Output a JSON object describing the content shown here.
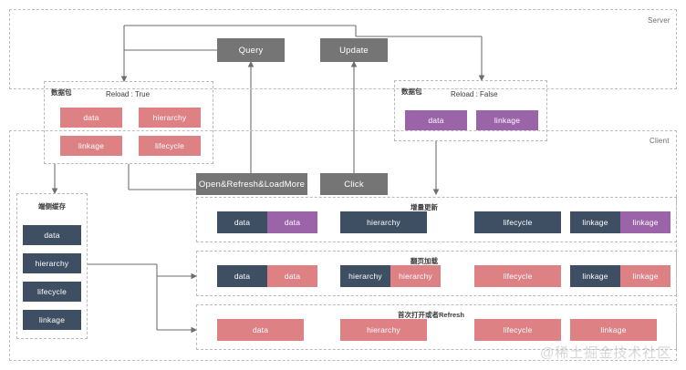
{
  "zones": {
    "server": {
      "label": "Server"
    },
    "client": {
      "label": "Client"
    }
  },
  "actions": {
    "query": "Query",
    "update": "Update",
    "open_refresh_loadmore": "Open&Refresh&LoadMore",
    "click": "Click"
  },
  "packets": {
    "left": {
      "title": "数据包",
      "subtitle": "Reload : True",
      "chips": [
        "data",
        "hierarchy",
        "linkage",
        "lifecycle"
      ]
    },
    "right": {
      "title": "数据包",
      "subtitle": "Reload : False",
      "chips": [
        "data",
        "linkage"
      ]
    }
  },
  "cache": {
    "title": "端侧缓存",
    "items": [
      "data",
      "hierarchy",
      "lifecycle",
      "linkage"
    ]
  },
  "result_rows": [
    {
      "label": "增量更新",
      "groups": [
        {
          "segments": [
            {
              "text": "data",
              "color": "navy"
            },
            {
              "text": "data",
              "color": "purple"
            }
          ]
        },
        {
          "segments": [
            {
              "text": "hierarchy",
              "color": "navy"
            }
          ]
        },
        {
          "segments": [
            {
              "text": "lifecycle",
              "color": "navy"
            }
          ]
        },
        {
          "segments": [
            {
              "text": "linkage",
              "color": "navy"
            },
            {
              "text": "linkage",
              "color": "purple"
            }
          ]
        }
      ]
    },
    {
      "label": "翻页加载",
      "groups": [
        {
          "segments": [
            {
              "text": "data",
              "color": "navy"
            },
            {
              "text": "data",
              "color": "rose"
            }
          ]
        },
        {
          "segments": [
            {
              "text": "hierarchy",
              "color": "navy"
            },
            {
              "text": "hierarchy",
              "color": "rose"
            }
          ]
        },
        {
          "segments": [
            {
              "text": "lifecycle",
              "color": "rose"
            }
          ]
        },
        {
          "segments": [
            {
              "text": "linkage",
              "color": "navy"
            },
            {
              "text": "linkage",
              "color": "rose"
            }
          ]
        }
      ]
    },
    {
      "label": "首次打开或者Refresh",
      "groups": [
        {
          "segments": [
            {
              "text": "data",
              "color": "rose"
            }
          ]
        },
        {
          "segments": [
            {
              "text": "hierarchy",
              "color": "rose"
            }
          ]
        },
        {
          "segments": [
            {
              "text": "lifecycle",
              "color": "rose"
            }
          ]
        },
        {
          "segments": [
            {
              "text": "linkage",
              "color": "rose"
            }
          ]
        }
      ]
    }
  ],
  "watermark": "@稀土掘金技术社区",
  "colors": {
    "rose": "#dd8185",
    "purple": "#9b63a8",
    "navy": "#3e4e63",
    "grey_box": "#757575",
    "line": "#6e6e6e",
    "dash": "#bdbdbd"
  }
}
